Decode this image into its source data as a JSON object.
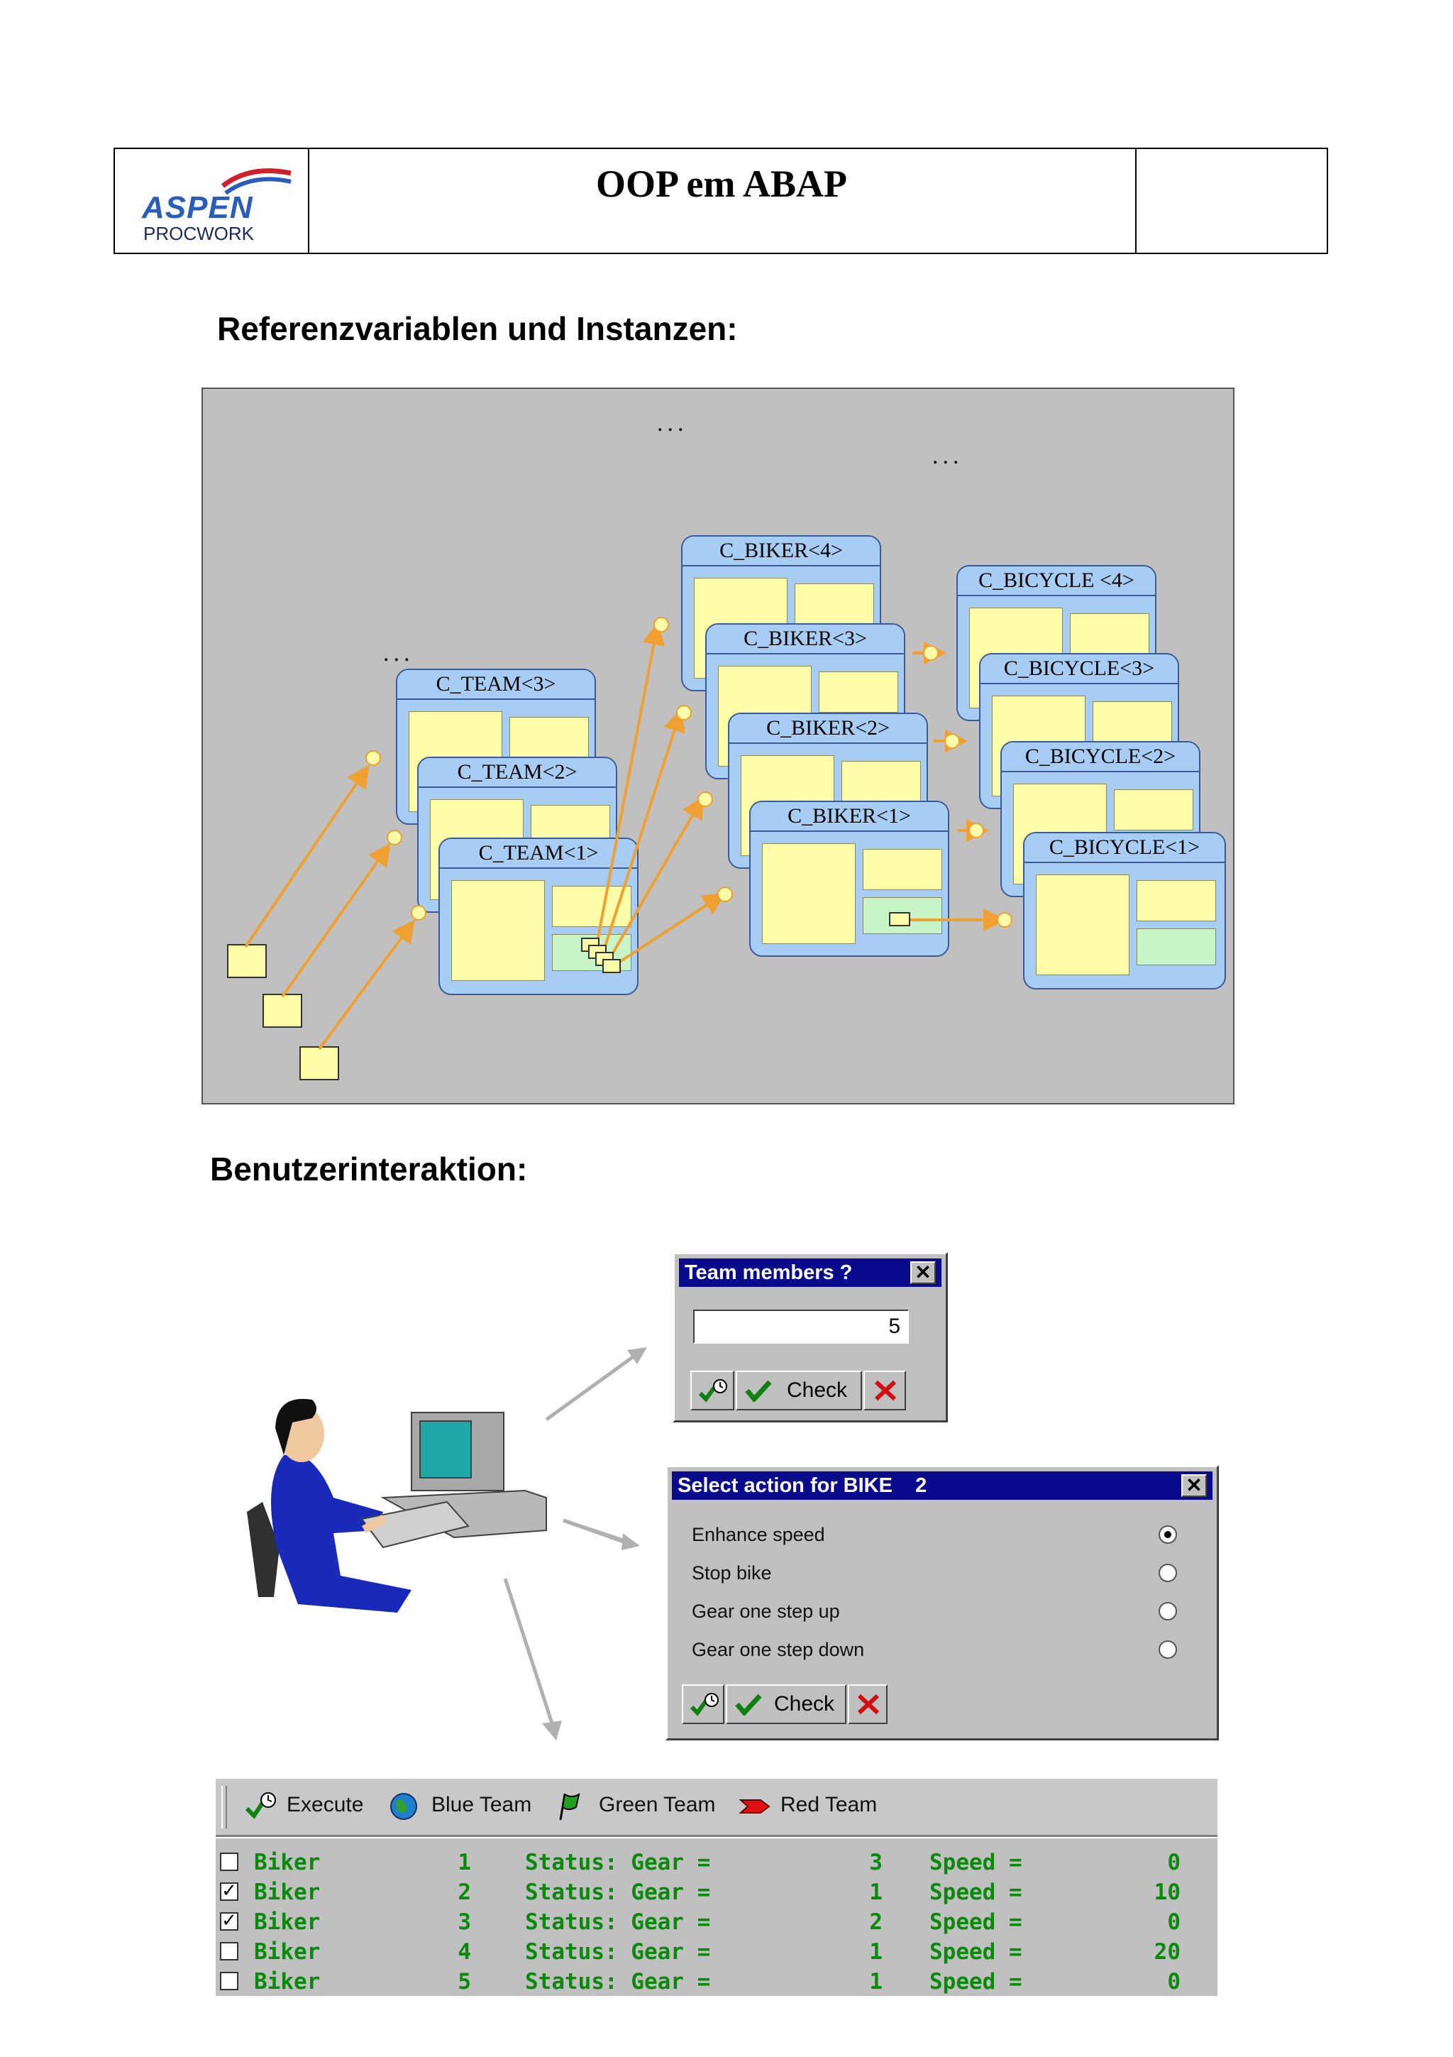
{
  "header": {
    "title": "OOP em ABAP",
    "logo_word": "ASPEN",
    "logo_sub": "PROCWORK",
    "logo_colors": [
      "#2a5db8",
      "#d0202a"
    ]
  },
  "section1": {
    "heading": "Referenzvariablen und Instanzen:"
  },
  "diagram": {
    "ellipsis": "...",
    "teams": [
      "C_TEAM<3>",
      "C_TEAM<2>",
      "C_TEAM<1>"
    ],
    "bikers": [
      "C_BIKER<4>",
      "C_BIKER<3>",
      "C_BIKER<2>",
      "C_BIKER<1>"
    ],
    "bicycles": [
      "C_BICYCLE <4>",
      "C_BICYCLE<3>",
      "C_BICYCLE<2>",
      "C_BICYCLE<1>"
    ],
    "colors": {
      "window": "#a8cdf5",
      "pane": "#fffda8",
      "arrow": "#f0a030",
      "background": "#c0c0c0"
    }
  },
  "section2": {
    "heading": "Benutzerinteraktion:"
  },
  "team_dialog": {
    "title": "Team members ?",
    "close_icon": "close-icon",
    "input_value": "5",
    "check_label": "Check"
  },
  "action_dialog": {
    "title": "Select action for BIKE    2",
    "options": [
      {
        "label": "Enhance speed",
        "selected": true
      },
      {
        "label": "Stop bike",
        "selected": false
      },
      {
        "label": "Gear one step up",
        "selected": false
      },
      {
        "label": "Gear one step down",
        "selected": false
      }
    ],
    "check_label": "Check"
  },
  "toolbar": {
    "execute": "Execute",
    "blue_team": "Blue Team",
    "green_team": "Green Team",
    "red_team": "Red Team"
  },
  "list": {
    "rows": [
      {
        "checked": false,
        "name": "Biker",
        "num": "1",
        "status": "Status: Gear =",
        "gear": "3",
        "speed_label": "Speed =",
        "speed": "0"
      },
      {
        "checked": true,
        "name": "Biker",
        "num": "2",
        "status": "Status: Gear =",
        "gear": "1",
        "speed_label": "Speed =",
        "speed": "10"
      },
      {
        "checked": true,
        "name": "Biker",
        "num": "3",
        "status": "Status: Gear =",
        "gear": "2",
        "speed_label": "Speed =",
        "speed": "0"
      },
      {
        "checked": false,
        "name": "Biker",
        "num": "4",
        "status": "Status: Gear =",
        "gear": "1",
        "speed_label": "Speed =",
        "speed": "20"
      },
      {
        "checked": false,
        "name": "Biker",
        "num": "5",
        "status": "Status: Gear =",
        "gear": "1",
        "speed_label": "Speed =",
        "speed": "0"
      }
    ]
  }
}
